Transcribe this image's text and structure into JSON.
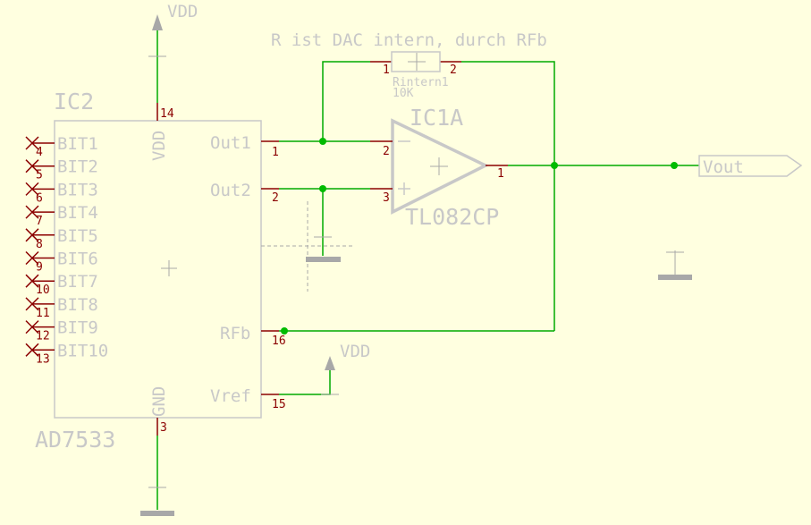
{
  "annotation": "R ist DAC intern, durch RFb",
  "ic2": {
    "name": "IC2",
    "value": "AD7533",
    "left_pins": [
      {
        "label": "BIT1",
        "num": "4"
      },
      {
        "label": "BIT2",
        "num": "5"
      },
      {
        "label": "BIT3",
        "num": "6"
      },
      {
        "label": "BIT4",
        "num": "7"
      },
      {
        "label": "BIT5",
        "num": "8"
      },
      {
        "label": "BIT6",
        "num": "9"
      },
      {
        "label": "BIT7",
        "num": "10"
      },
      {
        "label": "BIT8",
        "num": "11"
      },
      {
        "label": "BIT9",
        "num": "12"
      },
      {
        "label": "BIT10",
        "num": "13"
      }
    ],
    "vdd_pin": {
      "label": "VDD",
      "num": "14"
    },
    "gnd_pin": {
      "label": "GND",
      "num": "3"
    },
    "out1_pin": {
      "label": "Out1",
      "num": "1"
    },
    "out2_pin": {
      "label": "Out2",
      "num": "2"
    },
    "rfb_pin": {
      "label": "RFb",
      "num": "16"
    },
    "vref_pin": {
      "label": "Vref",
      "num": "15"
    }
  },
  "ic1a": {
    "name": "IC1A",
    "value": "TL082CP",
    "inv_pin": "2",
    "noninv_pin": "3",
    "out_pin": "1"
  },
  "resistor": {
    "name": "Rintern1",
    "value": "10K",
    "pin1": "1",
    "pin2": "2"
  },
  "supply_top": "VDD",
  "supply_vref": "VDD",
  "output_label": "Vout",
  "colors": {
    "background": "#ffffe0",
    "wire": "#00aa00",
    "pin": "#8b0000",
    "symbol": "#c8c8c8"
  }
}
